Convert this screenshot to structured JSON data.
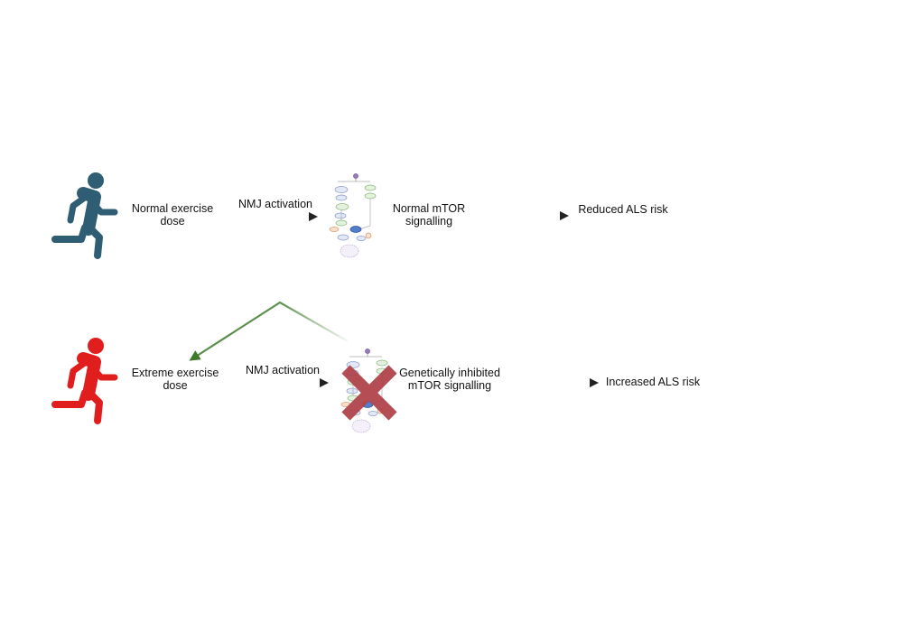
{
  "colors": {
    "normal_runner": "#2f5d73",
    "extreme_runner": "#e01e1e",
    "arrow": "#222222",
    "feedback_arrow": "#3d7a2a",
    "cross": "#b0454b"
  },
  "rows": [
    {
      "runner_icon": "running-person-icon",
      "runner_color": "#2f5d73",
      "dose_label": "Normal exercise\ndose",
      "activation_label": "NMJ activation",
      "signalling_label": "Normal mTOR\nsignalling",
      "outcome_label": "Reduced ALS risk",
      "inhibited": false
    },
    {
      "runner_icon": "running-person-icon",
      "runner_color": "#e01e1e",
      "dose_label": "Extreme exercise\ndose",
      "activation_label": "NMJ activation",
      "signalling_label": "Genetically inhibited\nmTOR signalling",
      "outcome_label": "Increased ALS risk",
      "inhibited": true
    }
  ],
  "icons": {
    "pathway": "mtor-pathway-icon",
    "cross": "cross-icon"
  }
}
